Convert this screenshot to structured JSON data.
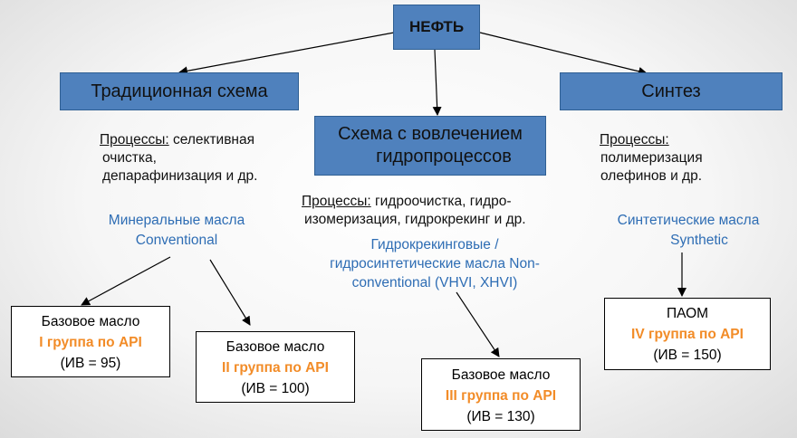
{
  "root": {
    "label": "НЕФТЬ"
  },
  "schemes": {
    "traditional": {
      "title": "Традиционная схема"
    },
    "hydro": {
      "title_line1": "Схема с вовлечением",
      "title_line2": "гидропроцессов"
    },
    "synthesis": {
      "title": "Синтез"
    }
  },
  "processes": {
    "traditional": {
      "label": "Процессы:",
      "text_line1": " селективная",
      "line2": "очистка,",
      "line3": "депарафинизация и др."
    },
    "hydro": {
      "label": "Процессы:",
      "text_line1": " гидроочистка, гидро-",
      "line2": "изомеризация, гидрокрекинг и др."
    },
    "synthesis": {
      "label": "Процессы:",
      "line2": "полимеризация",
      "line3": "олефинов и др."
    }
  },
  "oils": {
    "traditional": {
      "line1": "Минеральные масла",
      "line2": "Conventional"
    },
    "hydro": {
      "line1": "Гидрокрекинговые /",
      "line2": "гидросинтетические масла  Non-",
      "line3": "conventional (VHVI, XHVI)"
    },
    "synthesis": {
      "line1": "Синтетические масла",
      "line2": "Synthetic"
    }
  },
  "base_oils": {
    "group1": {
      "title": "Базовое масло",
      "group": "I группа по API",
      "vi": "(ИВ = 95)"
    },
    "group2": {
      "title": "Базовое масло",
      "group": "II группа по API",
      "vi": "(ИВ = 100)"
    },
    "group3": {
      "title": "Базовое масло",
      "group": "III группа по API",
      "vi": "(ИВ = 130)"
    },
    "group4": {
      "title": "ПАОМ",
      "group": "IV группа по API",
      "vi": "(ИВ = 150)"
    }
  },
  "colors": {
    "scheme_box": "#4f81bd",
    "group_label": "#f28c28",
    "oil_text": "#2e6db4"
  }
}
